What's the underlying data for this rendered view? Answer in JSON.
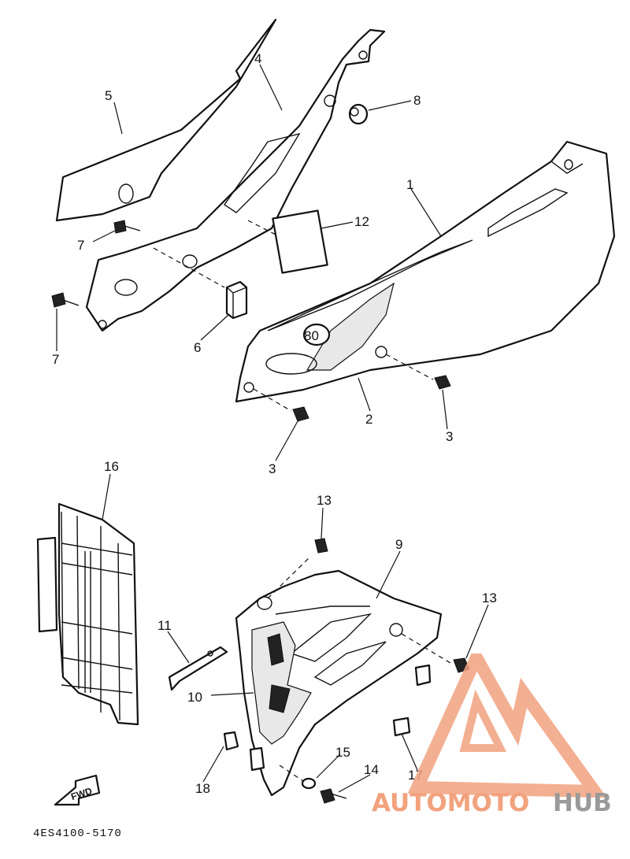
{
  "callouts": {
    "c1": "1",
    "c2": "2",
    "c3a": "3",
    "c3b": "3",
    "c4": "4",
    "c5": "5",
    "c6": "6",
    "c7a": "7",
    "c7b": "7",
    "c8": "8",
    "c9": "9",
    "c10": "10",
    "c11": "11",
    "c12": "12",
    "c13a": "13",
    "c13b": "13",
    "c14": "14",
    "c15": "15",
    "c16": "16",
    "c17": "17",
    "c18": "18"
  },
  "decal_number": "80",
  "fwd_label": "FWD",
  "diagram_code": "4ES4100-5170",
  "watermark": {
    "part1": "AUTOMOTO",
    "part2": "HUB",
    "color_primary": "#f2a27e",
    "color_secondary": "#9a9a9a"
  }
}
